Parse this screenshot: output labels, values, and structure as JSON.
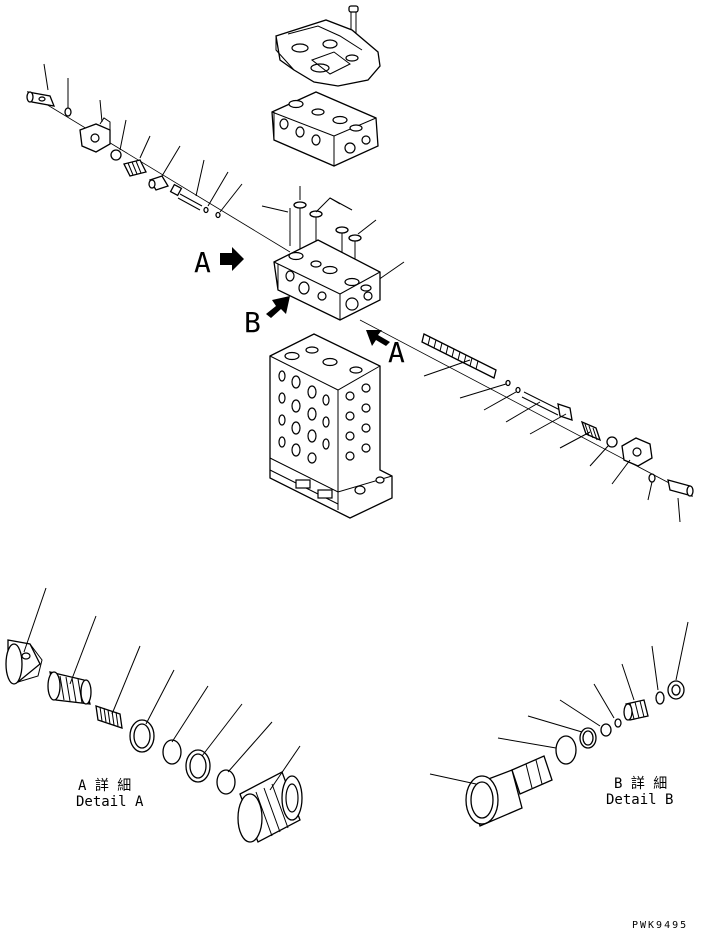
{
  "labels": {
    "view_a": "A",
    "view_b": "B",
    "view_a2": "A",
    "detail_a_jp": "A 詳 細",
    "detail_a_en": "Detail A",
    "detail_b_jp": "B 詳 細",
    "detail_b_en": "Detail B",
    "drawing_code": "PWK9495"
  }
}
